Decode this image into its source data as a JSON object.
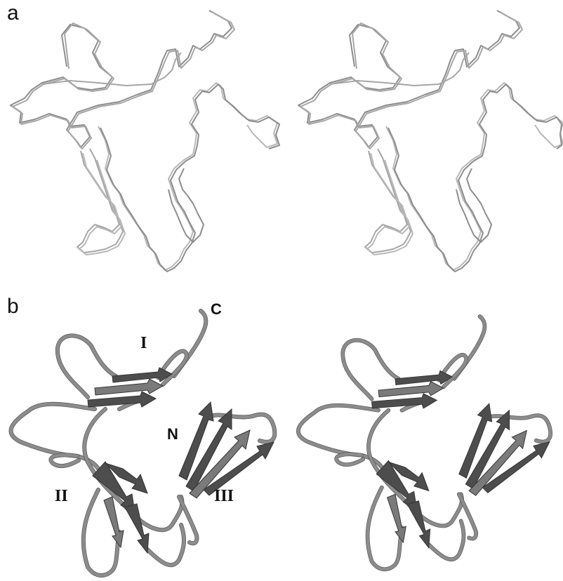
{
  "panel_a": {
    "letter": "a"
  },
  "panel_b": {
    "letter": "b",
    "domain_labels": {
      "domain_1": "I",
      "domain_2": "II",
      "domain_3": "III"
    },
    "terminus_labels": {
      "c_terminus": "C",
      "n_terminus": "N"
    }
  },
  "colors": {
    "trace": "#8d8d8d",
    "strand": "#4d4d4d",
    "coil": "#8c8c8c"
  }
}
